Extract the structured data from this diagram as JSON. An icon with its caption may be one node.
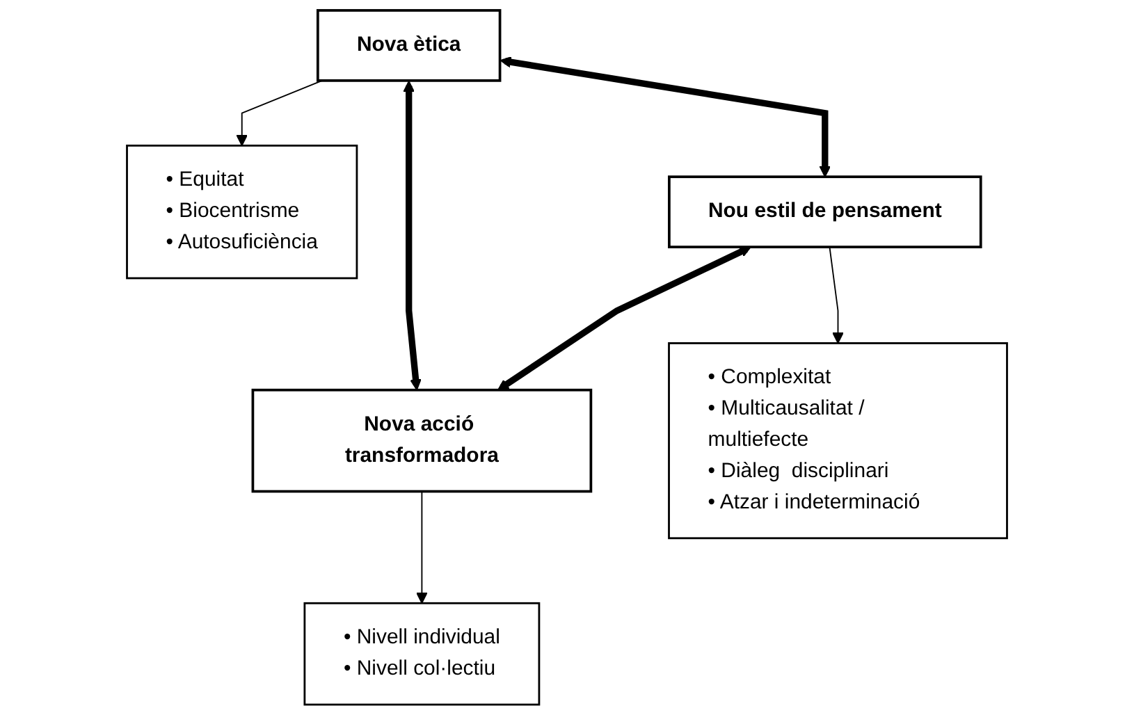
{
  "diagram": {
    "nodes": [
      {
        "text": [
          "• Equitat",
          "• Biocentrisme",
          "• Autosuficiència"
        ]
      },
      {
        "text": [
          "Nova ètica"
        ]
      },
      {
        "text": [
          "Nou estil de pensament"
        ]
      },
      {
        "text": [
          "Nova acció transformadora"
        ]
      },
      {
        "text": [
          "• Nivell individual",
          "• Nivell col·lectiu"
        ]
      },
      {
        "text": [
          "• Complexitat",
          "• Multicausalitat / multiefecte",
          "• Diàleg  disciplinari",
          "• Atzar i indeterminació"
        ]
      }
    ],
    "edges": [
      {
        "from": 1,
        "to": 0,
        "arrow": "to"
      },
      {
        "from": 1,
        "to": 2,
        "arrow": "both",
        "style": "thick"
      },
      {
        "from": 1,
        "to": 3,
        "arrow": "both",
        "style": "thick"
      },
      {
        "from": 2,
        "to": 3,
        "arrow": "both",
        "style": "thick"
      },
      {
        "from": 3,
        "to": 4,
        "arrow": "to"
      },
      {
        "from": 2,
        "to": 5,
        "arrow": "to"
      }
    ]
  }
}
